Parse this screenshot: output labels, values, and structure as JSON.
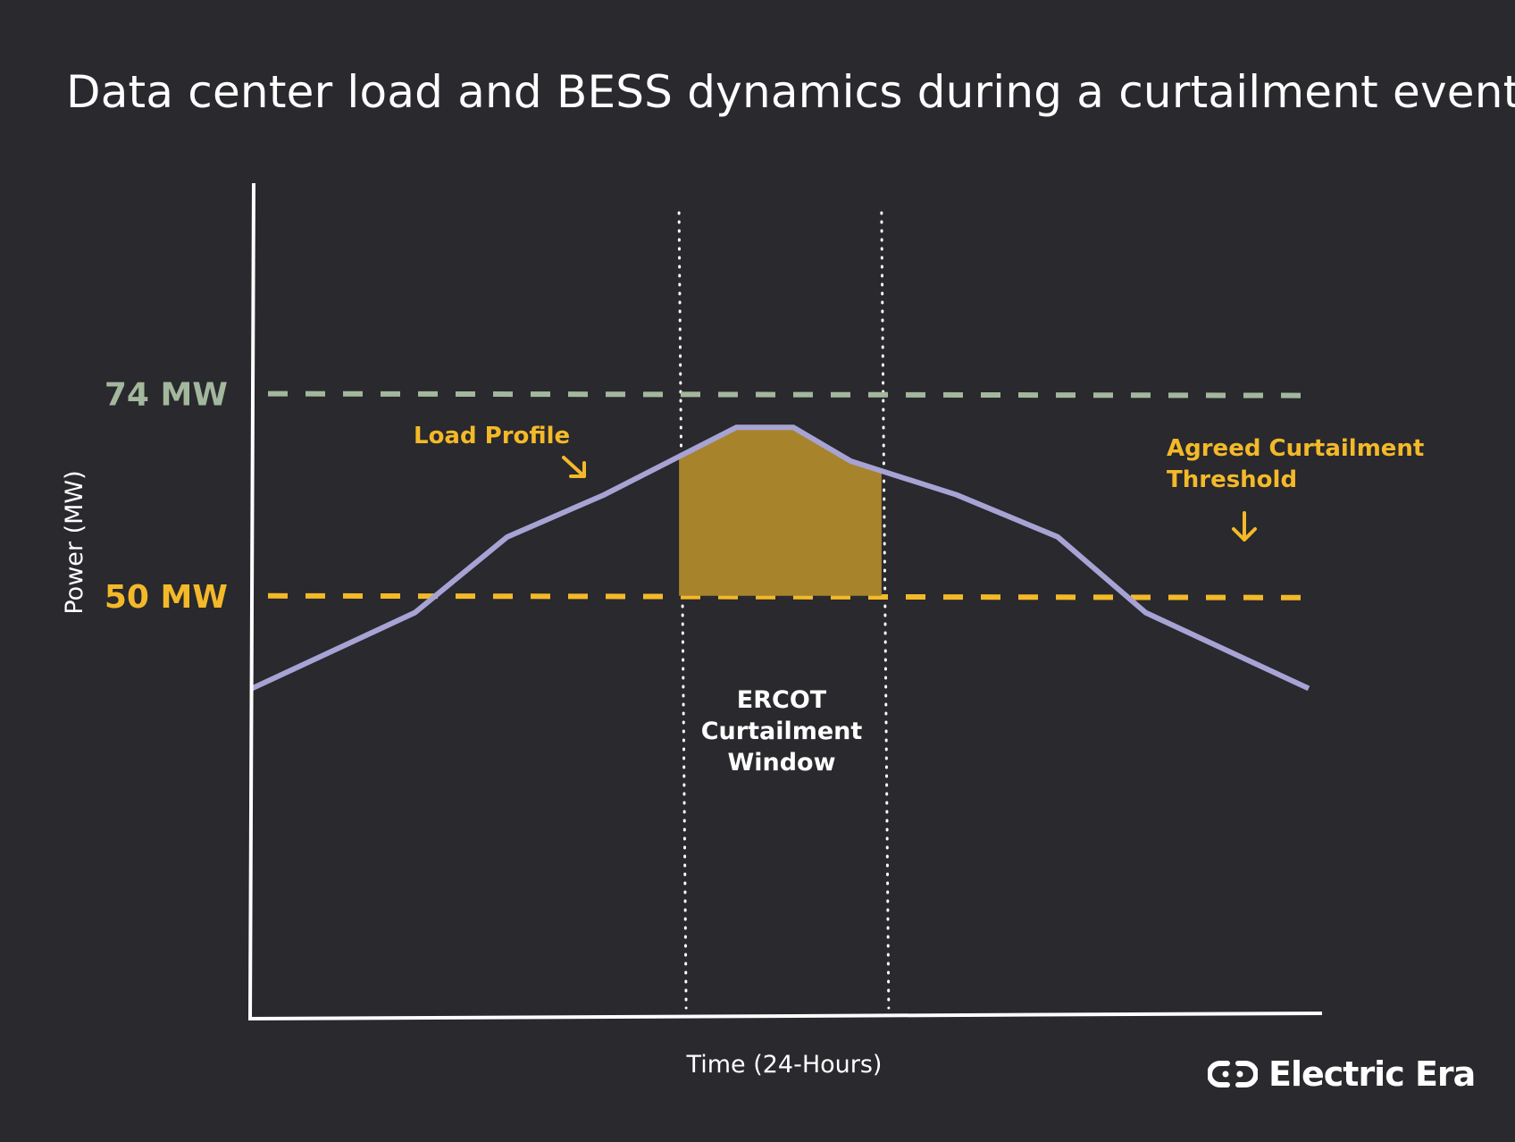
{
  "title": "Data center load and BESS dynamics during a curtailment event",
  "brand": {
    "name": "Electric Era",
    "logo_icon": "electric-era-logo-icon"
  },
  "colors": {
    "background": "#29292e",
    "axis": "#ffffff",
    "load": "#a7a3d4",
    "threshold": "#f4b928",
    "capacity": "#a3b79d",
    "fill": "#a7832c"
  },
  "chart_data": {
    "type": "line",
    "xlabel": "Time (24-Hours)",
    "ylabel": "Power (MW)",
    "ytick_labels": [
      {
        "value": 74,
        "text": "74 MW",
        "color": "#a3b79d"
      },
      {
        "value": 50,
        "text": "50 MW",
        "color": "#f4b928"
      }
    ],
    "ylim": [
      0,
      99
    ],
    "xlim": [
      0,
      24
    ],
    "series": [
      {
        "values_x": [
          0,
          3.7,
          5.8,
          8.0,
          11.0,
          12.3,
          13.6,
          16.0,
          18.3,
          20.3,
          24.0
        ],
        "values_y": [
          39,
          48,
          57,
          62,
          70,
          70,
          66,
          62,
          57,
          48,
          39
        ]
      }
    ],
    "reference_lines": [
      {
        "label": "74 MW",
        "y": 74,
        "style": "dashed",
        "color": "#a3b79d"
      },
      {
        "label": "Agreed Curtailment Threshold",
        "y": 50,
        "style": "dashed",
        "color": "#f4b928"
      }
    ],
    "window": {
      "label": "ERCOT Curtailment Window",
      "x_start": 9.7,
      "x_end": 14.3
    },
    "annotations": [
      {
        "text": "Load Profile",
        "color": "#f4b928"
      },
      {
        "text": "Agreed Curtailment Threshold",
        "color": "#f4b928"
      },
      {
        "text": "ERCOT Curtailment Window",
        "color": "#ffffff"
      }
    ],
    "grid": false,
    "legend": "none"
  }
}
